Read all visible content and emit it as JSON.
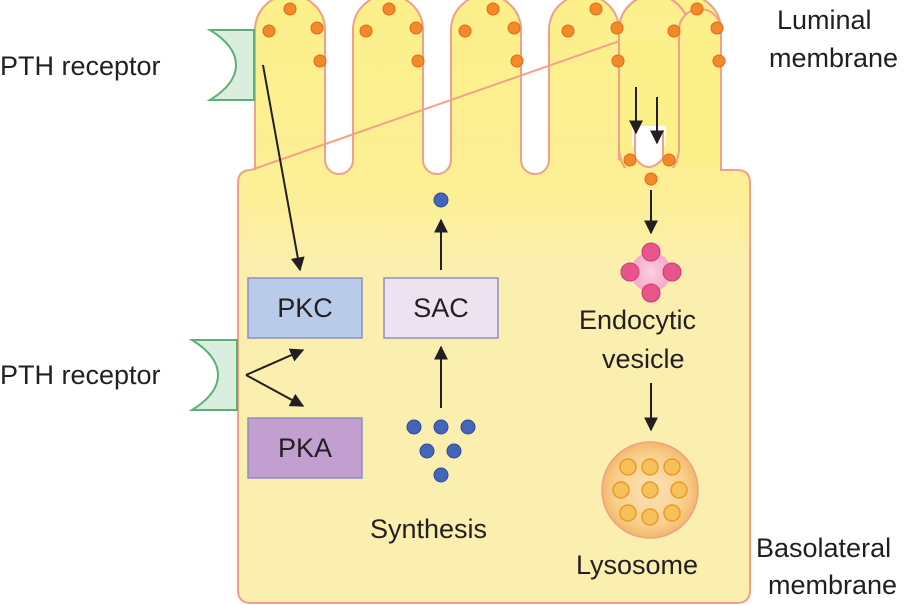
{
  "labels": {
    "luminal_membrane_line1": "Luminal",
    "luminal_membrane_line2": "membrane",
    "basolateral_membrane_line1": "Basolateral",
    "basolateral_membrane_line2": "membrane",
    "pth_receptor_top": "PTH receptor",
    "pth_receptor_bottom": "PTH receptor",
    "pkc": "PKC",
    "pka": "PKA",
    "sac": "SAC",
    "endocytic_vesicle_line1": "Endocytic",
    "endocytic_vesicle_line2": "vesicle",
    "lysosome": "Lysosome",
    "synthesis": "Synthesis"
  },
  "colors": {
    "cell_fill": "#fbefb0",
    "brush_border_fill": "#fcf08a",
    "cell_outline": "#f0a187",
    "receptor_fill": "#d9eedd",
    "receptor_outline": "#5cb077",
    "pkc_fill": "#b8cbe9",
    "pka_fill": "#c39ed0",
    "sac_fill": "#ece2f0",
    "box_outline": "#8c8fc1",
    "membrane_dot": "#f4892a",
    "blue_dot": "#4565b8",
    "vesicle_fill": "#f8b7d1",
    "vesicle_dot": "#e8558c",
    "lysosome_fill": "#f6c680",
    "lysosome_dot": "#f3b04a",
    "arrow": "#231f20"
  }
}
